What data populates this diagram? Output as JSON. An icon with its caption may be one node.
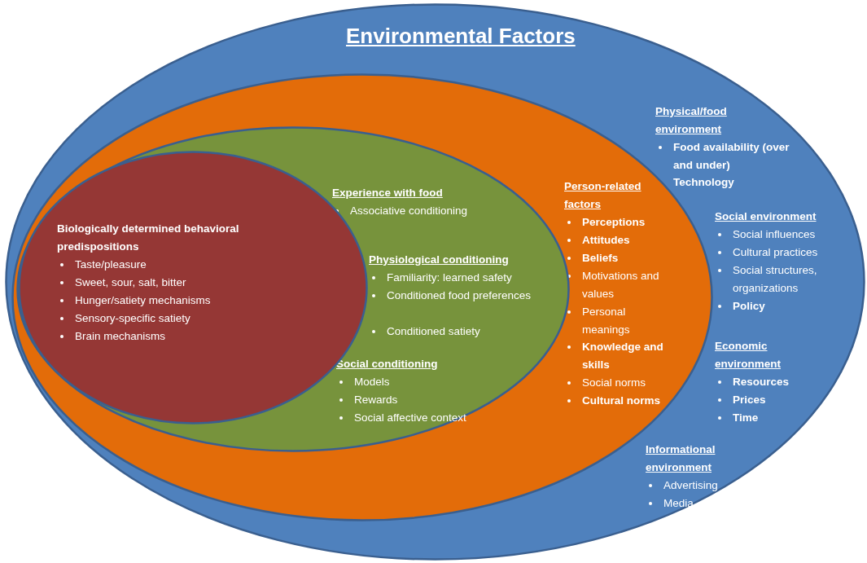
{
  "diagram": {
    "nodes": [
      {
        "text": [
          "Environmental Factors",
          "Physical/food environment",
          "Food availability (over and under)",
          "Technology",
          "Social environment",
          "Social influences",
          "Cultural practices",
          "Social structures, organizations",
          "Policy",
          "Economic environment",
          "Resources",
          "Prices",
          "Time",
          "Informational environment",
          "Advertising",
          "Media"
        ]
      },
      {
        "text": [
          "Person-related factors",
          "Perceptions",
          "Attitudes",
          "Beliefs",
          "Motivations and values",
          "Personal meanings",
          "Knowledge and skills",
          "Social norms",
          "Cultural norms"
        ],
        "in": 0
      },
      {
        "text": [
          "Experience with food",
          "Associative conditioning",
          "Physiological conditioning",
          "Familiarity: learned safety",
          "Conditioned food preferences",
          "Conditioned satiety",
          "Social conditioning",
          "Models",
          "Rewards",
          "Social affective context"
        ],
        "in": 1
      },
      {
        "text": [
          "Biologically determined behavioral predispositions",
          "Taste/pleasure",
          "Sweet, sour, salt, bitter",
          "Hunger/satiety mechanisms",
          "Sensory-specific satiety",
          "Brain mechanisms"
        ],
        "in": 2
      }
    ]
  }
}
